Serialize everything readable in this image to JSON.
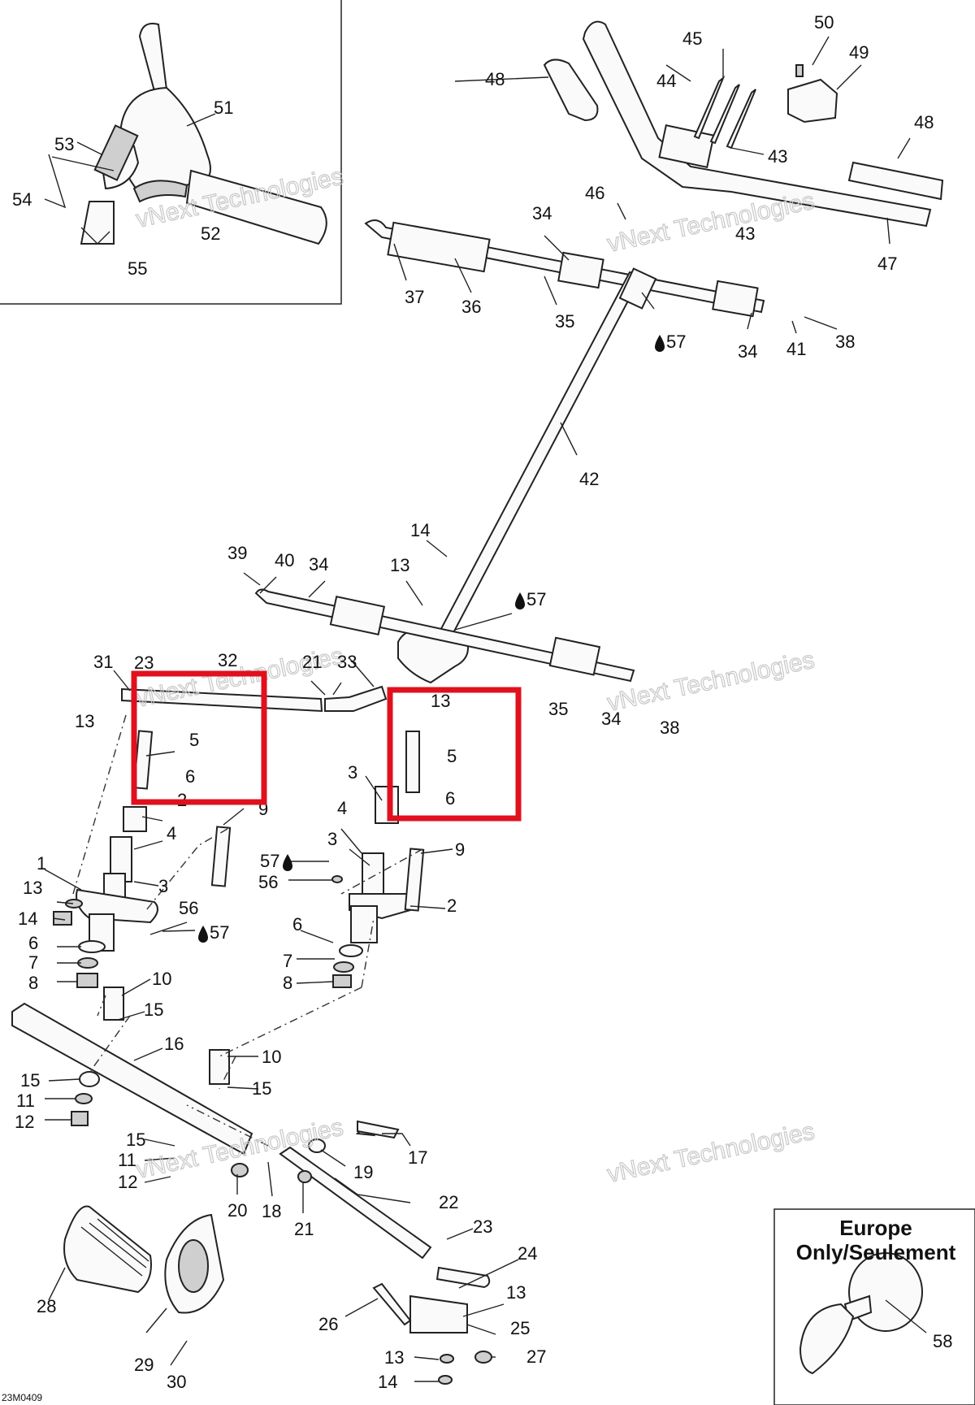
{
  "diagram": {
    "code": "23M0409",
    "watermark": "vNext Technologies",
    "inset_title_line1": "Europe",
    "inset_title_line2": "Only/Seulement",
    "labels": {
      "l1": "1",
      "l2a": "2",
      "l2b": "2",
      "l3a": "3",
      "l3b": "3",
      "l3c": "3",
      "l4a": "4",
      "l4b": "4",
      "l5a": "5",
      "l5b": "5",
      "l6a": "6",
      "l6b": "6",
      "l6c": "6",
      "l6d": "6",
      "l7a": "7",
      "l7b": "7",
      "l8a": "8",
      "l8b": "8",
      "l9a": "9",
      "l9b": "9",
      "l10a": "10",
      "l10b": "10",
      "l11a": "11",
      "l11b": "11",
      "l12a": "12",
      "l12b": "12",
      "l13a": "13",
      "l13b": "13",
      "l13c": "13",
      "l13d": "13",
      "l13e": "13",
      "l13f": "13",
      "l14a": "14",
      "l14b": "14",
      "l14c": "14",
      "l15a": "15",
      "l15b": "15",
      "l15c": "15",
      "l15d": "15",
      "l16": "16",
      "l17": "17",
      "l18": "18",
      "l19": "19",
      "l20": "20",
      "l21a": "21",
      "l21b": "21",
      "l22": "22",
      "l23a": "23",
      "l23b": "23",
      "l24": "24",
      "l25": "25",
      "l26": "26",
      "l27": "27",
      "l28": "28",
      "l29": "29",
      "l30": "30",
      "l31": "31",
      "l32": "32",
      "l33": "33",
      "l34a": "34",
      "l34b": "34",
      "l34c": "34",
      "l34d": "34",
      "l35a": "35",
      "l35b": "35",
      "l36": "36",
      "l37": "37",
      "l38a": "38",
      "l38b": "38",
      "l39": "39",
      "l40": "40",
      "l41": "41",
      "l42": "42",
      "l43a": "43",
      "l43b": "43",
      "l44": "44",
      "l45": "45",
      "l46": "46",
      "l47": "47",
      "l48a": "48",
      "l48b": "48",
      "l49": "49",
      "l50": "50",
      "l51": "51",
      "l52": "52",
      "l53": "53",
      "l54": "54",
      "l55": "55",
      "l56a": "56",
      "l56b": "56",
      "l57a": "57",
      "l57b": "57",
      "l57c": "57",
      "l57d": "57",
      "l58": "58"
    }
  }
}
